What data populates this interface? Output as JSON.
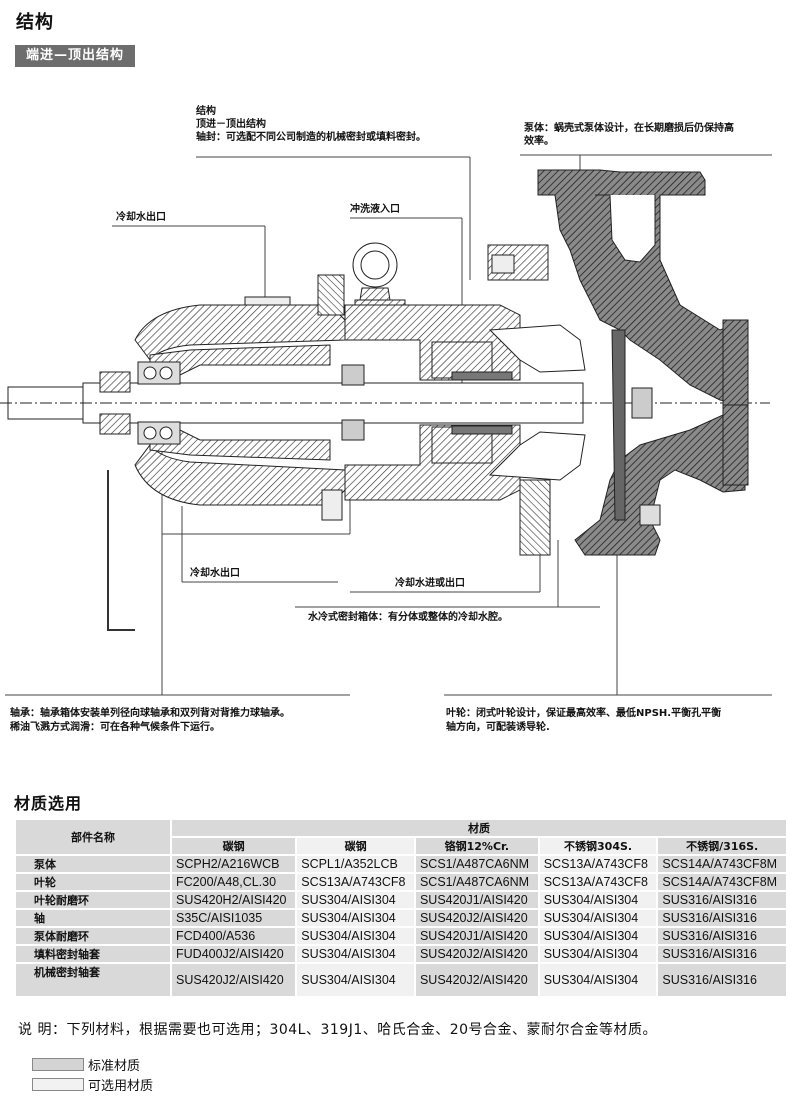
{
  "section_title": "结构",
  "subsection_tag": "端进—顶出结构",
  "diagram": {
    "structure_note": {
      "line1": "结构",
      "line2": "顶进－顶出结构",
      "line3": "轴封：可选配不同公司制造的机械密封或填料密封。"
    },
    "pump_body_note": {
      "line1": "泵体：蜗壳式泵体设计，在长期磨损后仍保持高",
      "line2": "效率。"
    },
    "cooling_outlet_top": "冷却水出口",
    "flush_inlet": "冲洗液入口",
    "cooling_outlet_bottom": "冷却水出口",
    "cooling_in_or_out": "冷却水进或出口",
    "seal_box_note": "水冷式密封箱体：有分体或整体的冷却水腔。",
    "bearing_note": {
      "line1": "轴承：轴承箱体安装单列径向球轴承和双列背对背推力球轴承。",
      "line2": "稀油飞溅方式润滑：可在各种气候条件下运行。"
    },
    "impeller_note": {
      "line1": "叶轮：闭式叶轮设计，保证最高效率、最低NPSH.平衡孔平衡",
      "line2": "轴方向，可配装诱导轮."
    },
    "colors": {
      "hatch_dark": "#555555",
      "hatch_light": "#999999",
      "line": "#222222"
    }
  },
  "materials": {
    "title": "材质选用",
    "header_part": "部件名称",
    "header_material": "材质",
    "columns": [
      "碳钢",
      "碳钢",
      "铬钢12%Cr.",
      "不锈钢304S.",
      "不锈钢/316S."
    ],
    "column_standard": [
      true,
      false,
      true,
      false,
      true
    ],
    "rows": [
      {
        "part": "泵体",
        "values": [
          "SCPH2/A216WCB",
          "SCPL1/A352LCB",
          "SCS1/A487CA6NM",
          "SCS13A/A743CF8",
          "SCS14A/A743CF8M"
        ]
      },
      {
        "part": "叶轮",
        "values": [
          "FC200/A48,CL.30",
          "SCS13A/A743CF8",
          "SCS1/A487CA6NM",
          "SCS13A/A743CF8",
          "SCS14A/A743CF8M"
        ]
      },
      {
        "part": "叶轮耐磨环",
        "values": [
          "SUS420H2/AISI420",
          "SUS304/AISI304",
          "SUS420J1/AISI420",
          "SUS304/AISI304",
          "SUS316/AISI316"
        ]
      },
      {
        "part": "轴",
        "values": [
          "S35C/AISI1035",
          "SUS304/AISI304",
          "SUS420J2/AISI420",
          "SUS304/AISI304",
          "SUS316/AISI316"
        ]
      },
      {
        "part": "泵体耐磨环",
        "values": [
          "FCD400/A536",
          "SUS304/AISI304",
          "SUS420J1/AISI420",
          "SUS304/AISI304",
          "SUS316/AISI316"
        ]
      },
      {
        "part": "填料密封轴套",
        "values": [
          "FUD400J2/AISI420",
          "SUS304/AISI304",
          "SUS420J2/AISI420",
          "SUS304/AISI304",
          "SUS316/AISI316"
        ]
      },
      {
        "part": "机械密封轴套",
        "values": [
          "SUS420J2/AISI420",
          "SUS304/AISI304",
          "SUS420J2/AISI420",
          "SUS304/AISI304",
          "SUS316/AISI316"
        ]
      }
    ],
    "standard_color": "#d9d9d9",
    "optional_color": "#f1f1f1"
  },
  "explanation": "说 明：下列材料，根据需要也可选用；304L、319J1、哈氏合金、20号合金、蒙耐尔合金等材质。",
  "legend": {
    "standard": "标准材质",
    "optional": "可选用材质"
  }
}
